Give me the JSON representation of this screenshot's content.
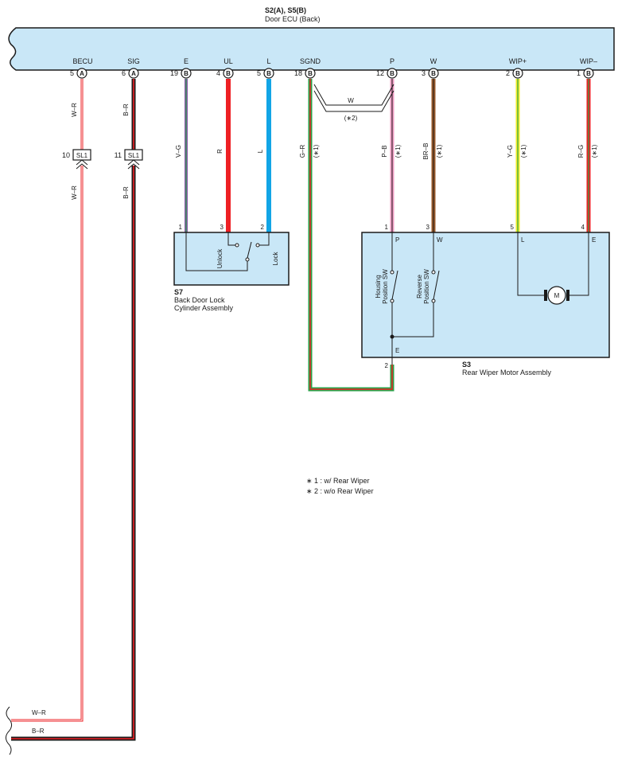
{
  "ecu": {
    "ref": "S2(A), S5(B)",
    "name": "Door ECU (Back)"
  },
  "pins": [
    {
      "label": "BECU",
      "num": "5",
      "conn": "A"
    },
    {
      "label": "SIG",
      "num": "6",
      "conn": "A"
    },
    {
      "label": "E",
      "num": "19",
      "conn": "B"
    },
    {
      "label": "UL",
      "num": "4",
      "conn": "B"
    },
    {
      "label": "L",
      "num": "5",
      "conn": "B"
    },
    {
      "label": "SGND",
      "num": "18",
      "conn": "B"
    },
    {
      "label": "P",
      "num": "12",
      "conn": "B"
    },
    {
      "label": "W",
      "num": "3",
      "conn": "B"
    },
    {
      "label": "WIP+",
      "num": "2",
      "conn": "B"
    },
    {
      "label": "WIP–",
      "num": "1",
      "conn": "B"
    }
  ],
  "wires": {
    "becu_top": "W–R",
    "becu_bottom": "W–R",
    "sig_top": "B–R",
    "sig_bottom": "B–R",
    "e": "V–G",
    "ul": "R",
    "l": "L",
    "sgnd": "G–R",
    "p": "P–B",
    "w": "BR–B",
    "wip_plus": "Y–G",
    "wip_minus": "R–G",
    "bypass": "W",
    "bypass_note": "(∗2)",
    "option_note": "(∗1)"
  },
  "splices": [
    {
      "num": "10",
      "name": "SL1"
    },
    {
      "num": "11",
      "name": "SL1"
    }
  ],
  "lock": {
    "ref": "S7",
    "name1": "Back Door Lock",
    "name2": "Cylinder Assembly",
    "pins": [
      "1",
      "3",
      "2"
    ],
    "unlock": "Unlock",
    "lock": "Lock"
  },
  "motor": {
    "ref": "S3",
    "name": "Rear Wiper Motor Assembly",
    "pins": [
      "1",
      "3",
      "5",
      "4",
      "2"
    ],
    "terms": [
      "P",
      "W",
      "L",
      "E",
      "E"
    ],
    "sw1a": "Housing",
    "sw1b": "Position SW",
    "sw2a": "Reverse",
    "sw2b": "Position SW",
    "m": "M"
  },
  "notes": [
    "∗ 1 : w/ Rear Wiper",
    "∗ 2 : w/o Rear Wiper"
  ],
  "bottom": {
    "w1": "W–R",
    "w2": "B–R"
  },
  "colors": {
    "ecu_fill": "#c9e7f7",
    "red": "#ee2024",
    "blue": "#12a5e6",
    "violet": "#8b59a8",
    "green": "#2aa34a",
    "pink": "#f19cc4",
    "brown": "#9b5a2a",
    "yellow": "#f2ea2a",
    "black": "#1a1a1a"
  }
}
